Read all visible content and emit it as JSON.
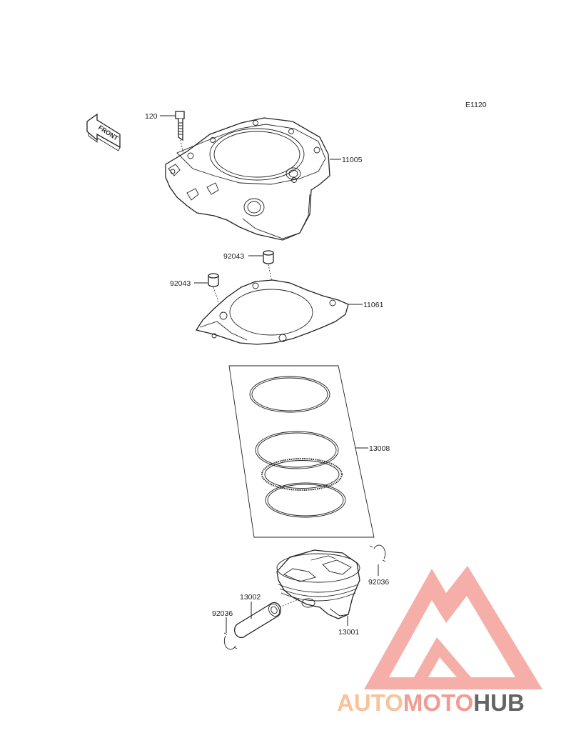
{
  "diagram_code": "E1120",
  "front_label": "FRONT",
  "parts": {
    "bolt": "120",
    "cylinder": "11005",
    "dowel_upper": "92043",
    "dowel_left": "92043",
    "gasket": "11061",
    "ring_set": "13008",
    "piston_pin": "13002",
    "circlip_left": "92036",
    "circlip_right": "92036",
    "piston": "13001"
  },
  "watermark": {
    "part1": "AUTO",
    "part2": "MOTO",
    "part3": "HUB",
    "color1": "#f6b98a",
    "color2": "#f08a80",
    "color3": "#4a4a4a",
    "logo_color": "#f4a09a"
  }
}
